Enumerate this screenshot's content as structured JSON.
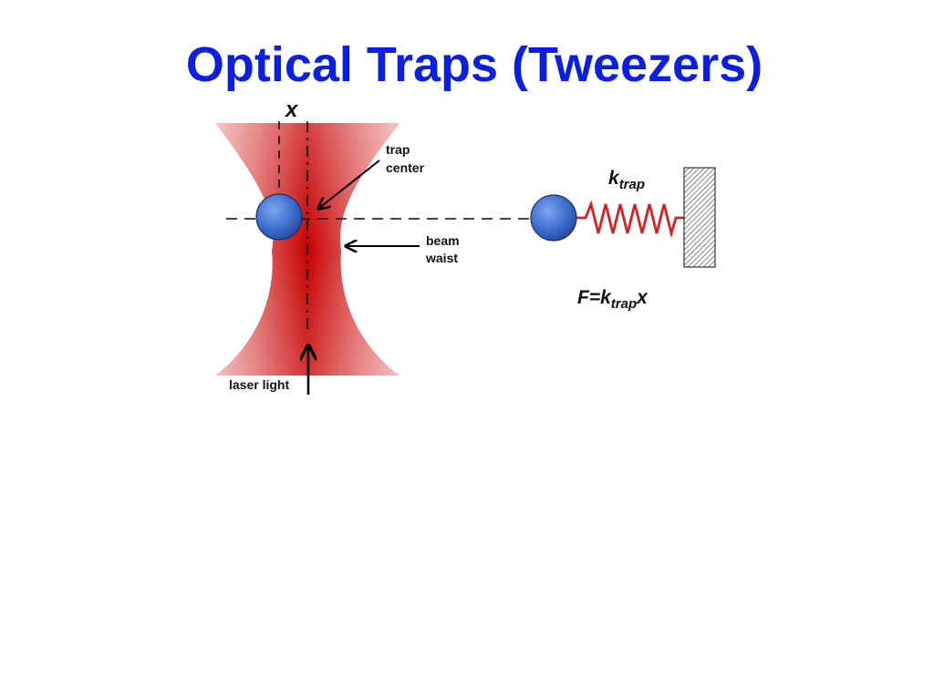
{
  "slide": {
    "title": "Optical Traps (Tweezers)"
  },
  "diagram": {
    "labels": {
      "displacement": "x",
      "trap_center_line1": "trap",
      "trap_center_line2": "center",
      "beam_waist_line1": "beam",
      "beam_waist_line2": "waist",
      "laser_light": "laser light",
      "spring_constant_k": "k",
      "spring_constant_sub": "trap",
      "force_F": "F=k",
      "force_sub": "trap",
      "force_x": "x"
    },
    "colors": {
      "title": "#0a1fe0",
      "beam_dark": "#c80000",
      "beam_light": "#f0a5a5",
      "bead": "#3d6fd0",
      "spring": "#d42020",
      "wall_hatch": "#555555"
    }
  }
}
